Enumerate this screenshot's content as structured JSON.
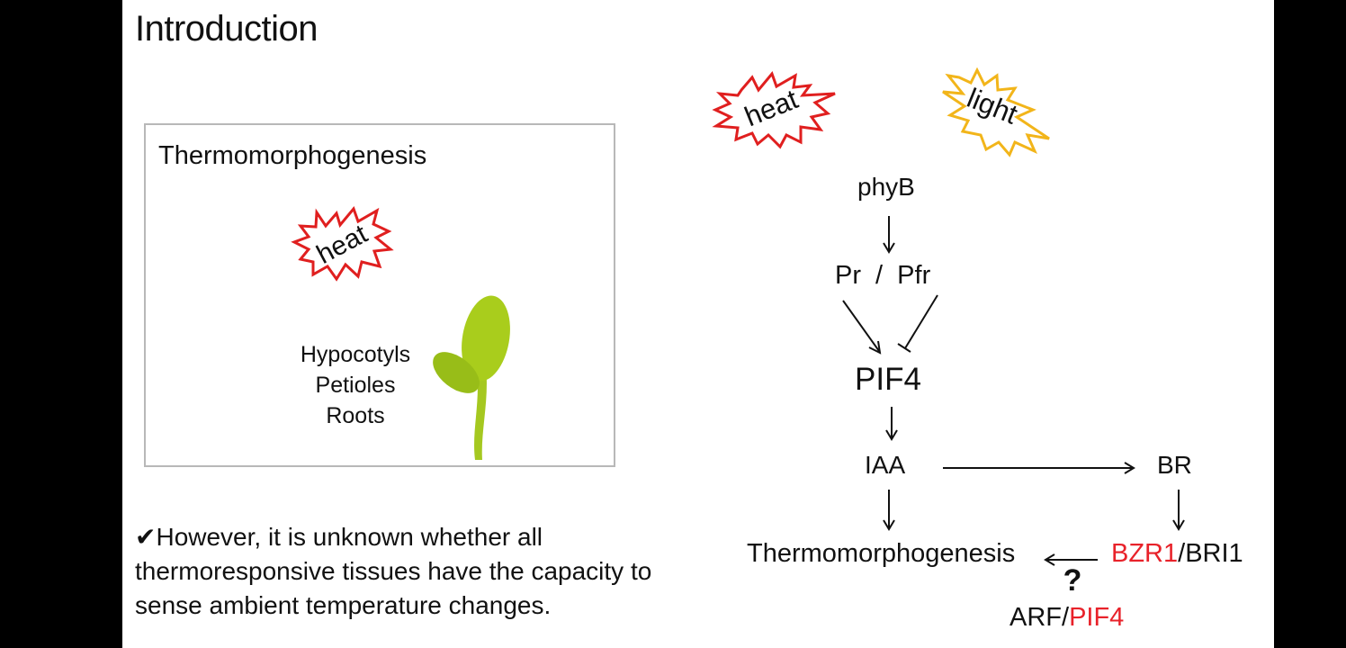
{
  "title": "Introduction",
  "box": {
    "title": "Thermomorphogenesis",
    "heat_label": "heat",
    "tissues": [
      "Hypocotyls",
      "Petioles",
      "Roots"
    ]
  },
  "note": {
    "check": "✔",
    "text": "However,  it is unknown whether all thermoresponsive tissues have the capacity to sense ambient temperature changes."
  },
  "diagram": {
    "heat": "heat",
    "light": "light",
    "phyB": "phyB",
    "pr_pfr": "Pr  /  Pfr",
    "pif4": "PIF4",
    "iaa": "IAA",
    "br": "BR",
    "thermo": "Thermomorphogenesis",
    "bzr1": "BZR1",
    "bri1": "/BRI1",
    "question": "?",
    "arf": "ARF/",
    "pif4_red": "PIF4"
  },
  "colors": {
    "highlight_red": "#e8222a",
    "heat_burst": "#e01f1f",
    "light_burst": "#f2b51a",
    "seedling_green": "#a9cd1c"
  }
}
